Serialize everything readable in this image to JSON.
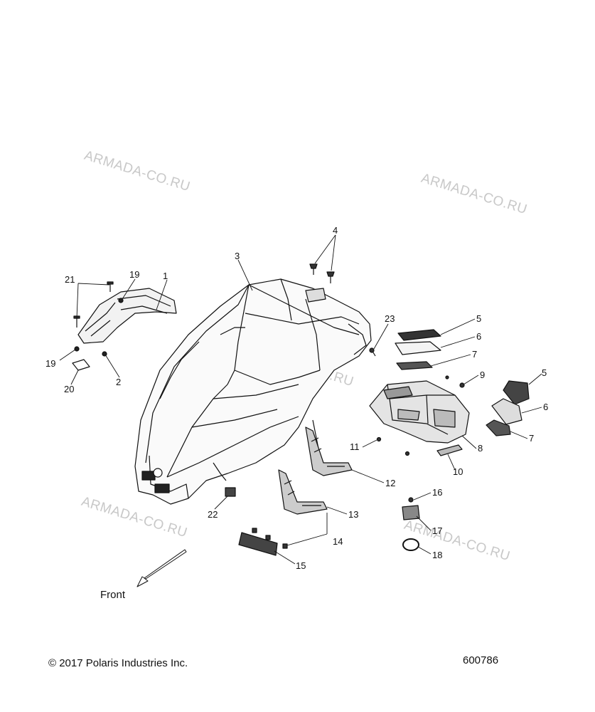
{
  "watermark": "ARMADA-CO.RU",
  "callouts": {
    "c1": "1",
    "c2": "2",
    "c3": "3",
    "c4": "4",
    "c5a": "5",
    "c5b": "5",
    "c6a": "6",
    "c6b": "6",
    "c7a": "7",
    "c7b": "7",
    "c8": "8",
    "c9": "9",
    "c10": "10",
    "c11": "11",
    "c12": "12",
    "c13": "13",
    "c14": "14",
    "c15": "15",
    "c16": "16",
    "c17": "17",
    "c18": "18",
    "c19a": "19",
    "c19b": "19",
    "c20": "20",
    "c21": "21",
    "c22": "22",
    "c23": "23"
  },
  "front_label": "Front",
  "copyright": "© 2017 Polaris Industries Inc.",
  "diagram_number": "600786"
}
